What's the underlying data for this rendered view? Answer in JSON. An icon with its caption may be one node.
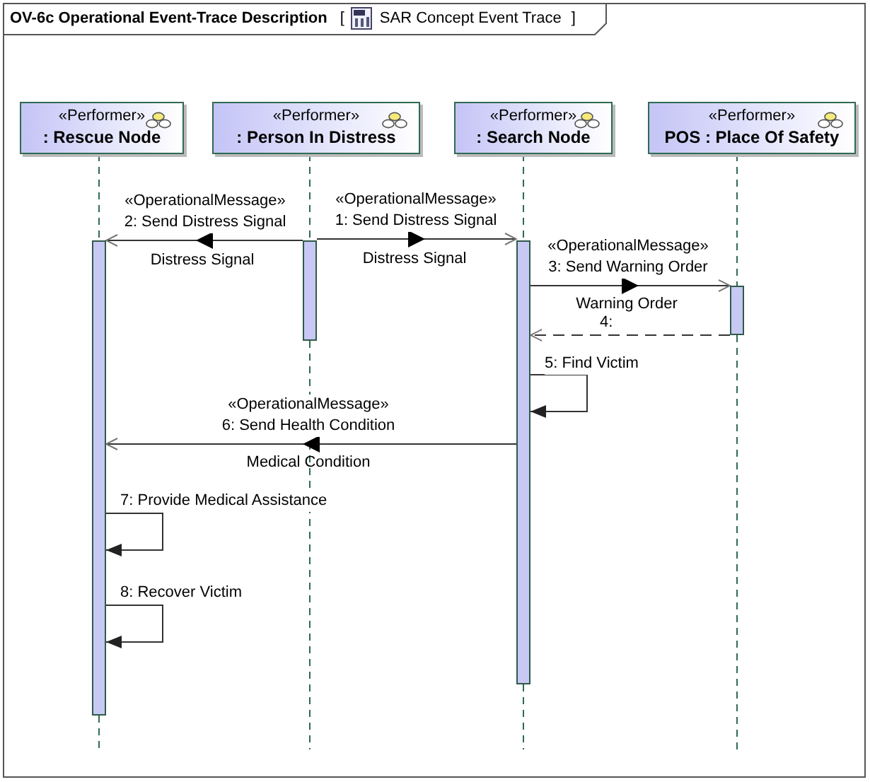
{
  "diagram": {
    "title": "OV-6c Operational Event-Trace Description",
    "nodes": [
      {
        "text": [
          "«Performer»",
          ": Rescue Node"
        ]
      },
      {
        "text": [
          "«Performer»",
          ": Person In Distress"
        ]
      },
      {
        "text": [
          "«Performer»",
          ": Search Node"
        ]
      },
      {
        "text": [
          "«Performer»",
          "POS : Place Of Safety"
        ]
      },
      {
        "text": [],
        "shape": "bar"
      },
      {
        "text": [],
        "shape": "bar"
      },
      {
        "text": [],
        "shape": "bar"
      },
      {
        "text": [],
        "shape": "bar"
      }
    ],
    "edges": [
      {
        "from": 0,
        "to": 4,
        "arrow": "none",
        "style": "dashed"
      },
      {
        "from": 1,
        "to": 5,
        "arrow": "none",
        "style": "dashed"
      },
      {
        "from": 2,
        "to": 6,
        "arrow": "none",
        "style": "dashed"
      },
      {
        "from": 3,
        "to": 7,
        "arrow": "none",
        "style": "dashed"
      },
      {
        "from": 5,
        "to": 4,
        "arrow": "to",
        "label": "«OperationalMessage» 2: Send Distress Signal"
      },
      {
        "from": 5,
        "to": 6,
        "arrow": "to",
        "label": "«OperationalMessage» 1: Send Distress Signal"
      },
      {
        "from": 6,
        "to": 7,
        "arrow": "to",
        "label": "«OperationalMessage» 3: Send Warning Order"
      },
      {
        "from": 7,
        "to": 6,
        "arrow": "to",
        "label": "4:",
        "style": "dashed"
      },
      {
        "from": 6,
        "to": 6,
        "arrow": "to",
        "label": "5: Find Victim"
      },
      {
        "from": 6,
        "to": 4,
        "arrow": "to",
        "label": "«OperationalMessage» 6: Send Health Condition"
      },
      {
        "from": 4,
        "to": 4,
        "arrow": "to",
        "label": "7: Provide Medical Assistance"
      },
      {
        "from": 4,
        "to": 4,
        "arrow": "to",
        "label": "8: Recover Victim"
      }
    ],
    "labels": [
      "[",
      "SAR Concept Event Trace",
      "]",
      "Distress Signal",
      "Distress Signal",
      "Warning Order",
      "Medical Condition"
    ]
  }
}
